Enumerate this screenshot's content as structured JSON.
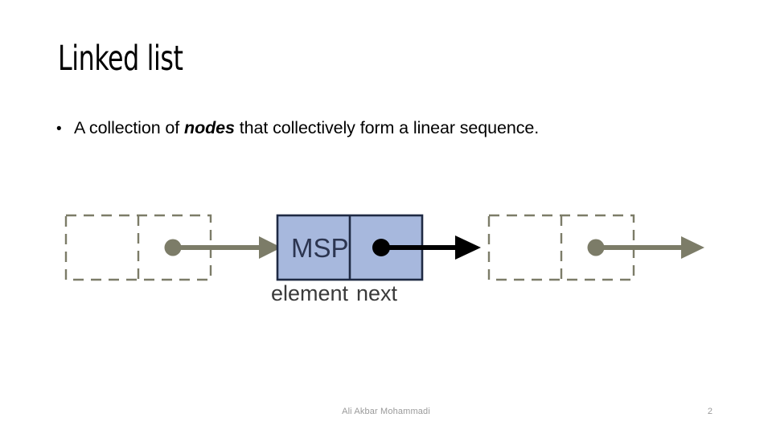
{
  "slide": {
    "title": "Linked list",
    "bullets": [
      {
        "marker": "•",
        "before": "A collection of ",
        "emphasis": "nodes",
        "after": " that collectively form a linear sequence."
      }
    ]
  },
  "diagram": {
    "type": "linked-list-node-diagram",
    "node": {
      "element_value": "MSP",
      "cell_labels": {
        "element": "element",
        "next": "next"
      },
      "fill_color": "#a7b8dd",
      "border_color": "#1f2a44",
      "pointer_color": "#000000"
    },
    "neighbor_color": "#7c7c68",
    "neighbor_style": "dashed",
    "neighbors": [
      {
        "position": "left",
        "cells": 2,
        "has_pointer": true
      },
      {
        "position": "right",
        "cells": 2,
        "has_pointer": true
      }
    ]
  },
  "footer": {
    "author": "Ali Akbar Mohammadi",
    "page_number": "2"
  }
}
